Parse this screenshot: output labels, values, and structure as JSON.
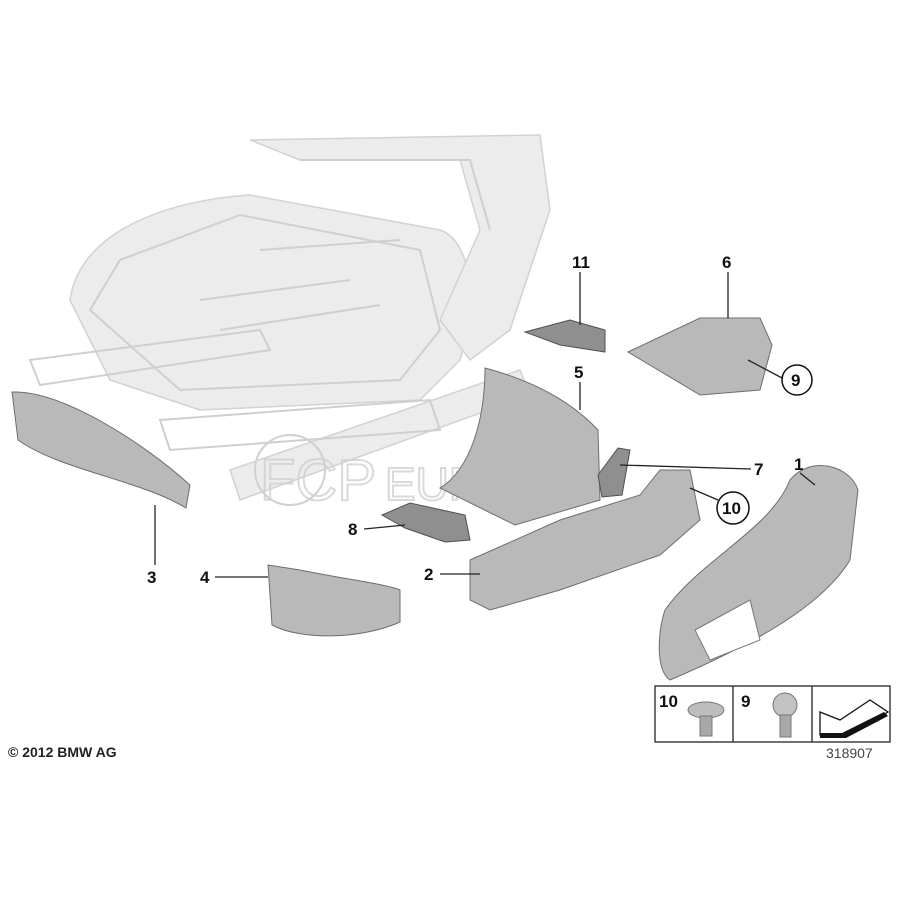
{
  "diagram": {
    "callouts": {
      "c1": "1",
      "c2": "2",
      "c3": "3",
      "c4": "4",
      "c5": "5",
      "c6": "6",
      "c7": "7",
      "c8": "8",
      "c9": "9",
      "c10": "10",
      "c11": "11"
    },
    "legend": {
      "item_a": "10",
      "item_b": "9"
    },
    "copyright": "© 2012 BMW AG",
    "diagram_number": "318907",
    "watermark": "FCP EURO"
  }
}
